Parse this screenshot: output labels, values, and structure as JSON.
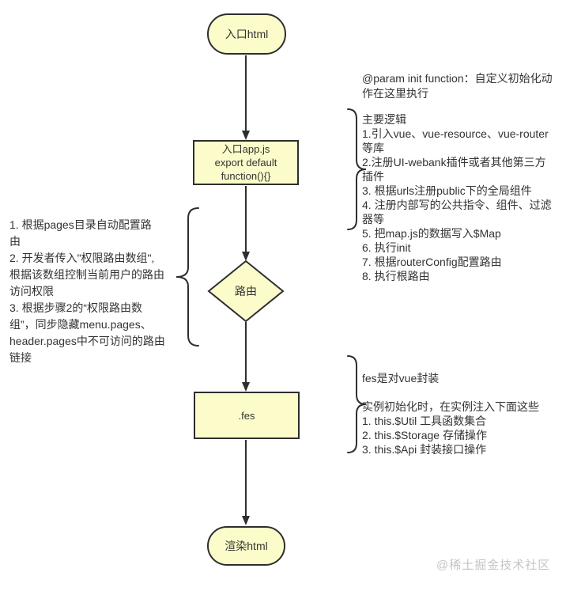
{
  "diagram": {
    "nodes": {
      "start": {
        "label": "入口html",
        "shape": "stadium"
      },
      "appjs": {
        "label": "入口app.js\nexport default\nfunction(){}",
        "shape": "rect"
      },
      "route": {
        "label": "路由",
        "shape": "diamond"
      },
      "fes": {
        "label": ".fes",
        "shape": "rect"
      },
      "end": {
        "label": "渲染html",
        "shape": "stadium"
      }
    },
    "annotations": {
      "param_note": "@param init function：自定义初始化动\n作在这里执行",
      "main_logic": "主要逻辑\n1.引入vue、vue-resource、vue-router\n等库\n2.注册UI-webank插件或者其他第三方\n插件\n3. 根据urls注册public下的全局组件\n4. 注册内部写的公共指令、组件、过滤\n器等\n5. 把map.js的数据写入$Map\n6. 执行init\n7. 根据routerConfig配置路由\n8. 执行根路由",
      "left_note": "1. 根据pages目录自动配置路\n由\n2. 开发者传入\"权限路由数组\",\n根据该数组控制当前用户的路由\n访问权限\n3. 根据步骤2的“权限路由数\n组”，同步隐藏menu.pages、\nheader.pages中不可访问的路由\n链接",
      "fes_note": "fes是对vue封装\n\n实例初始化时，在实例注入下面这些\n1. this.$Util 工具函数集合\n2. this.$Storage 存储操作\n3. this.$Api 封装接口操作"
    },
    "watermark": "@稀土掘金技术社区",
    "colors": {
      "node_fill": "#FCFCCA",
      "stroke": "#2e2e2e",
      "text": "#333333",
      "watermark_gray": "#c5c5c5"
    }
  }
}
